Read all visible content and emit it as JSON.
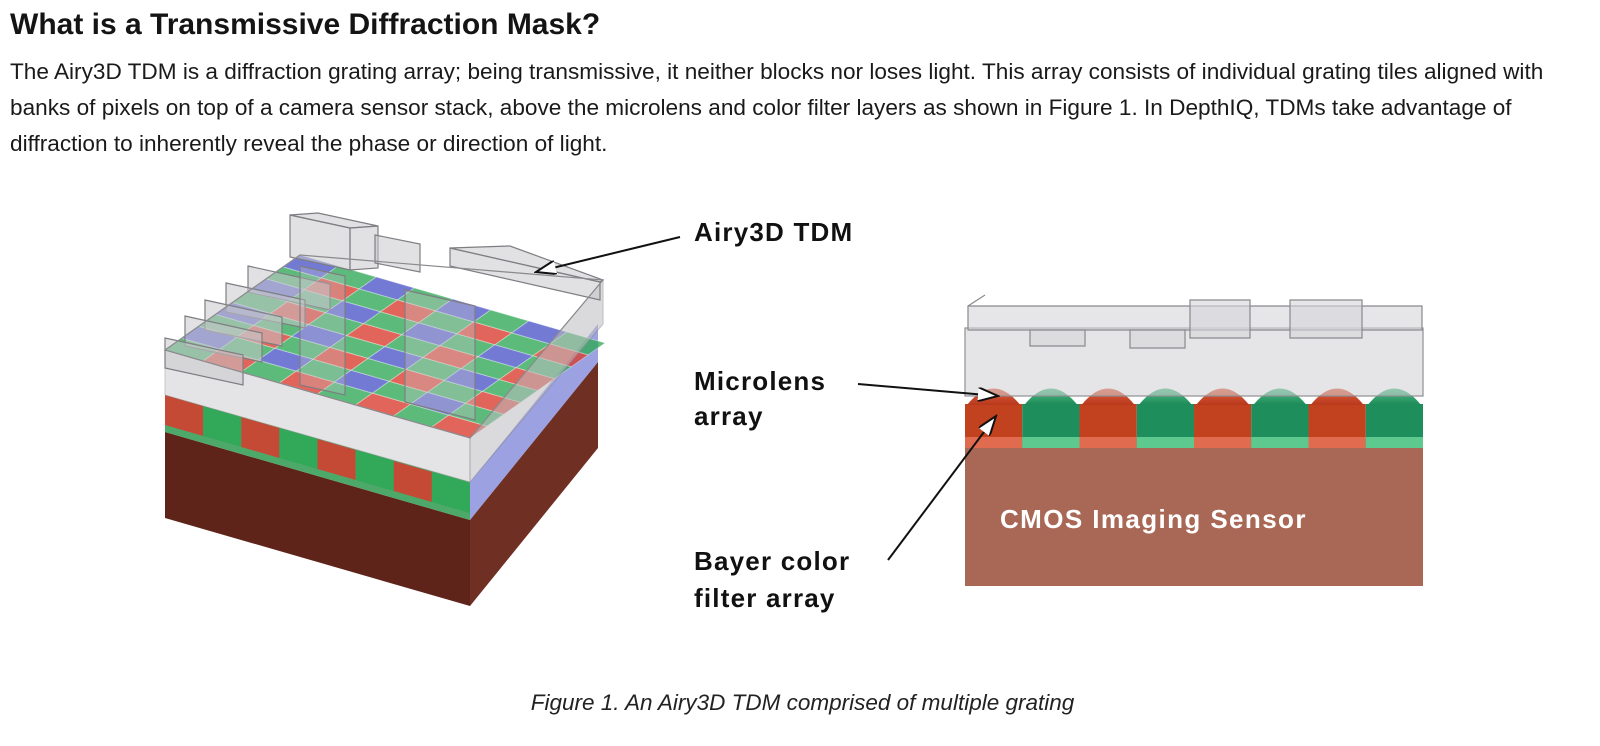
{
  "heading": "What is a Transmissive Diffraction Mask?",
  "paragraph": "The Airy3D TDM is a diffraction grating array; being transmissive, it neither blocks nor loses light. This array consists of individual grating tiles aligned with banks of pixels on top of a camera sensor stack, above the microlens and color filter layers as shown in Figure 1. In DepthIQ, TDMs take advantage of diffraction to inherently reveal the phase or direction of light.",
  "figure": {
    "labels": {
      "tdm": "Airy3D TDM",
      "microlens_line1": "Microlens",
      "microlens_line2": "array",
      "bayer_line1": "Bayer color",
      "bayer_line2": "filter array",
      "sensor": "CMOS Imaging Sensor"
    },
    "colors": {
      "red_filter": "#d93a2b",
      "green_filter": "#2ea856",
      "blue_filter": "#4a55c8",
      "sensor_substrate": "#6b2f22",
      "sensor_side_view": "#a96856",
      "tdm_glass": "#b8b8bc"
    },
    "caption": "Figure 1.  An Airy3D TDM comprised of multiple grating"
  }
}
